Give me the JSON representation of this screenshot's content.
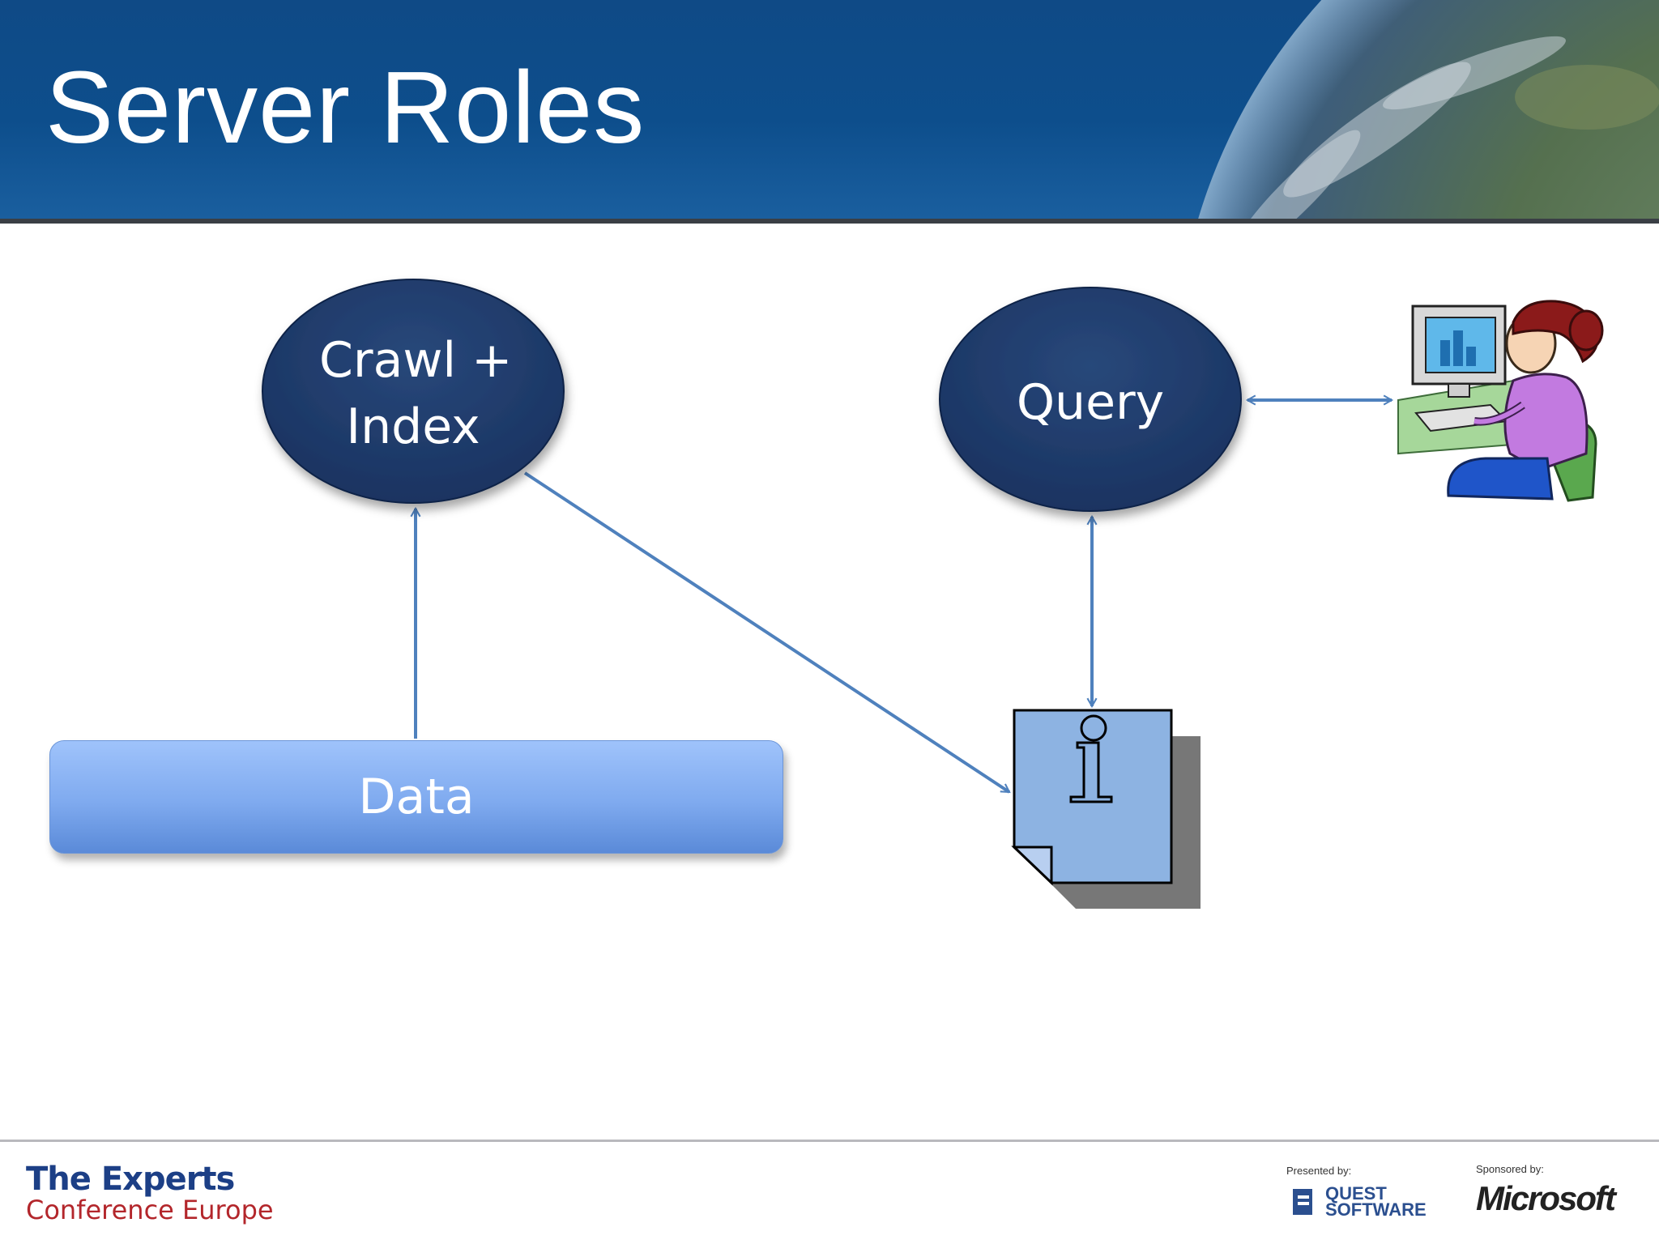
{
  "slide": {
    "title": "Server Roles"
  },
  "diagram": {
    "nodes": {
      "crawl_index": {
        "line1": "Crawl +",
        "line2": "Index"
      },
      "query": {
        "label": "Query"
      },
      "data": {
        "label": "Data"
      }
    },
    "index_doc_icon_glyph": "i"
  },
  "footer": {
    "brand_line1": "The Experts",
    "brand_line2": "Conference Europe",
    "presented_by": "Presented by:",
    "quest_line1": "QUEST",
    "quest_line2": "SOFTWARE",
    "sponsored_by": "Sponsored by:",
    "sponsor": "Microsoft"
  },
  "colors": {
    "header_bg": "#0f4a86",
    "node_fill": "#1f3864",
    "arrow": "#4f81bd",
    "data_fill": "#8db4f6",
    "doc_fill": "#8db3e2"
  }
}
